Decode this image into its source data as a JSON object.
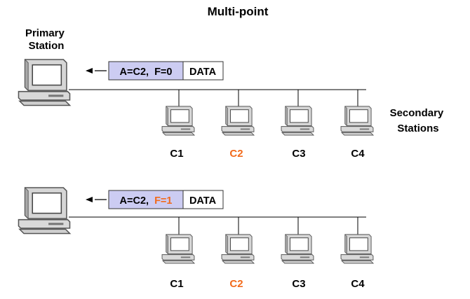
{
  "title": "Multi-point",
  "primary_label": [
    "Primary",
    "Station"
  ],
  "secondary_label": [
    "Secondary",
    "Stations"
  ],
  "colors": {
    "highlight": "#f26a1b",
    "frame_fill": "#ccccf2",
    "frame_border": "#333333",
    "line": "#000000"
  },
  "panels": [
    {
      "frame": {
        "address_text": "A=C2,",
        "flag_text": "F=0",
        "flag_highlight": false,
        "payload_text": "DATA"
      },
      "nodes": [
        {
          "label": "C1",
          "highlight": false
        },
        {
          "label": "C2",
          "highlight": true
        },
        {
          "label": "C3",
          "highlight": false
        },
        {
          "label": "C4",
          "highlight": false
        }
      ]
    },
    {
      "frame": {
        "address_text": "A=C2,",
        "flag_text": "F=1",
        "flag_highlight": true,
        "payload_text": "DATA"
      },
      "nodes": [
        {
          "label": "C1",
          "highlight": false
        },
        {
          "label": "C2",
          "highlight": true
        },
        {
          "label": "C3",
          "highlight": false
        },
        {
          "label": "C4",
          "highlight": false
        }
      ]
    }
  ]
}
